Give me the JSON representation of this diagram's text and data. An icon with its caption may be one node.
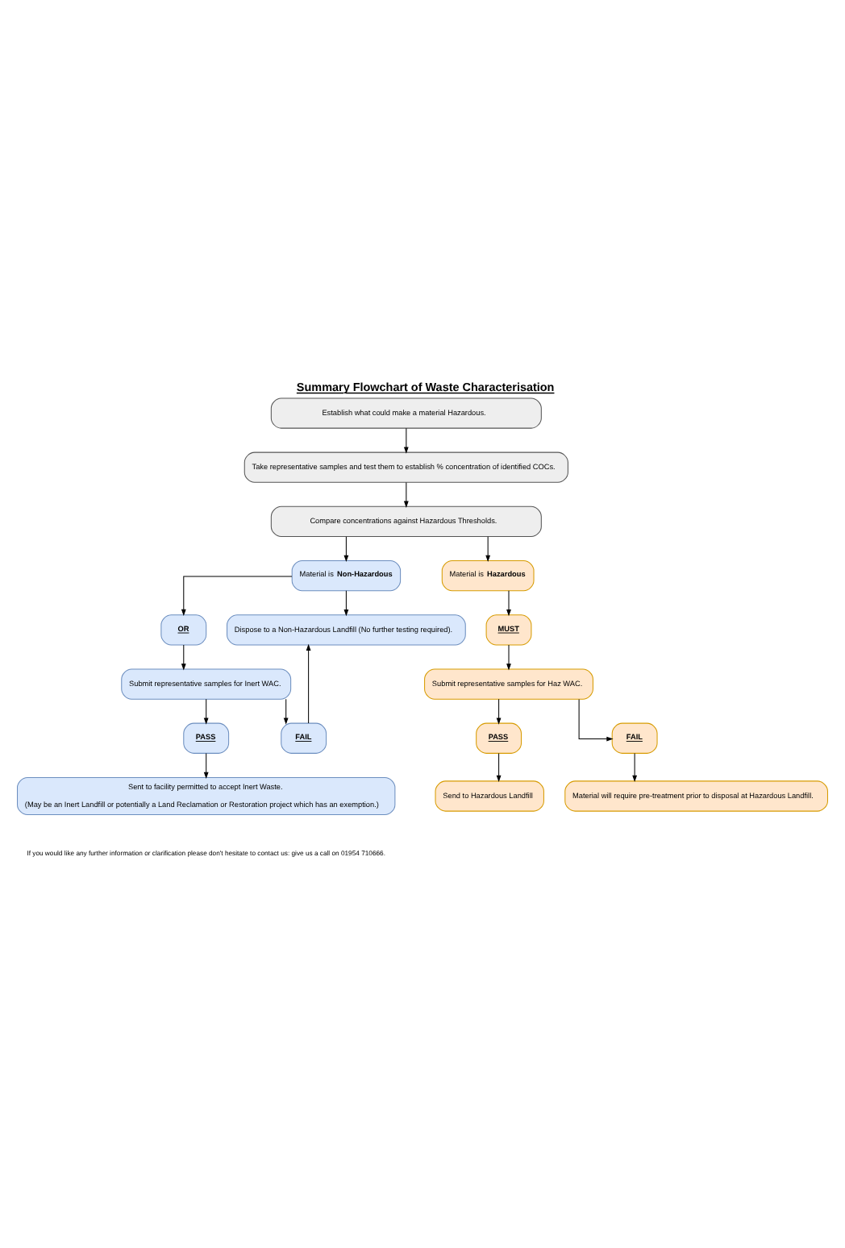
{
  "diagram": {
    "title": "Summary Flowchart of Waste Characterisation",
    "nodes": [
      {
        "text": [
          "Establish what could make a material Hazardous."
        ]
      },
      {
        "text": [
          "Take representative samples and test them to establish % concentration of identified COCs."
        ]
      },
      {
        "text": [
          "Compare concentrations against Hazardous Thresholds."
        ]
      },
      {
        "text": [
          "Material is **Non-Hazardous**"
        ]
      },
      {
        "text": [
          "Material is **Hazardous**"
        ]
      },
      {
        "text": [
          "OR"
        ]
      },
      {
        "text": [
          "Dispose to a Non-Hazardous Landfill (No further testing required)."
        ]
      },
      {
        "text": [
          "MUST"
        ]
      },
      {
        "text": [
          "Submit representative samples for Inert WAC."
        ]
      },
      {
        "text": [
          "Submit representative samples for Haz WAC."
        ]
      },
      {
        "text": [
          "PASS"
        ]
      },
      {
        "text": [
          "FAIL"
        ]
      },
      {
        "text": [
          "PASS"
        ]
      },
      {
        "text": [
          "FAIL"
        ]
      },
      {
        "text": [
          "Sent to facility permitted to accept Inert Waste.",
          "(May be an Inert Landfill or potentially a Land Reclamation or Restoration project which has an exemption.)"
        ]
      },
      {
        "text": [
          "Send to Hazardous Landfill"
        ]
      },
      {
        "text": [
          "Material will require pre-treatment prior to disposal at Hazardous Landfill."
        ]
      }
    ],
    "edges": [
      {
        "from": 0,
        "to": 1,
        "arrow": "to"
      },
      {
        "from": 1,
        "to": 2,
        "arrow": "to"
      },
      {
        "from": 2,
        "to": 3,
        "arrow": "to"
      },
      {
        "from": 2,
        "to": 4,
        "arrow": "to"
      },
      {
        "from": 3,
        "to": 5,
        "arrow": "to"
      },
      {
        "from": 3,
        "to": 6,
        "arrow": "to"
      },
      {
        "from": 4,
        "to": 7,
        "arrow": "to"
      },
      {
        "from": 5,
        "to": 8,
        "arrow": "to"
      },
      {
        "from": 7,
        "to": 9,
        "arrow": "to"
      },
      {
        "from": 8,
        "to": 10,
        "arrow": "to"
      },
      {
        "from": 8,
        "to": 11,
        "arrow": "to"
      },
      {
        "from": 11,
        "to": 6,
        "arrow": "to"
      },
      {
        "from": 9,
        "to": 12,
        "arrow": "to"
      },
      {
        "from": 9,
        "to": 13,
        "arrow": "to"
      },
      {
        "from": 10,
        "to": 14,
        "arrow": "to"
      },
      {
        "from": 12,
        "to": 15,
        "arrow": "to"
      },
      {
        "from": 13,
        "to": 16,
        "arrow": "to"
      }
    ],
    "labels": [
      "If you would like any further information or clarification please don't hesitate to contact us: give us a call on 01954 710666."
    ]
  }
}
